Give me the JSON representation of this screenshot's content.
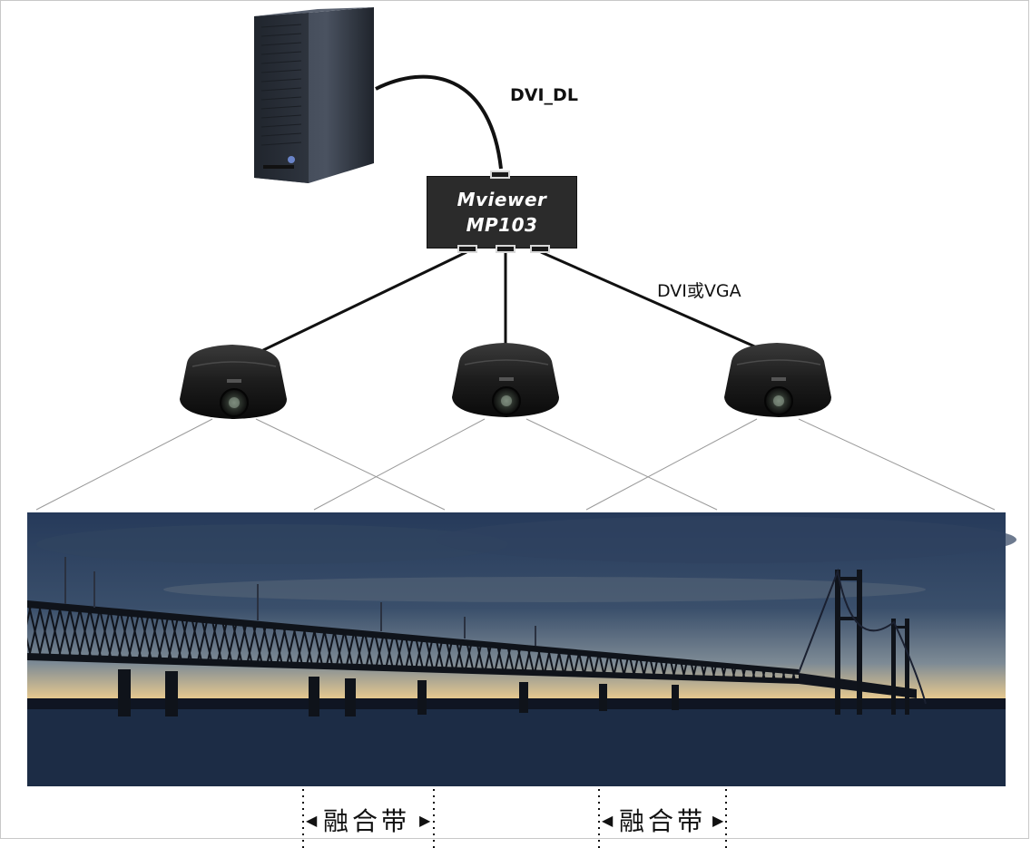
{
  "labels": {
    "cable_top": "DVI_DL",
    "cable_projectors": "DVI或VGA"
  },
  "device": {
    "line1": "Mviewer",
    "line2": "MP103"
  },
  "blend_zones": [
    {
      "label": "融合带"
    },
    {
      "label": "融合带"
    }
  ],
  "colors": {
    "device_body": "#2b2b2b",
    "cable": "#111111",
    "projector_body": "#1e1e1e",
    "sky_top": "#2c3e5c",
    "sky_glow": "#e9c98f",
    "water": "#1c2c45"
  },
  "icons": {
    "computer": "tower-server-icon",
    "projector": "projector-icon",
    "arrow_left": "arrow-left-icon",
    "arrow_right": "arrow-right-icon"
  }
}
